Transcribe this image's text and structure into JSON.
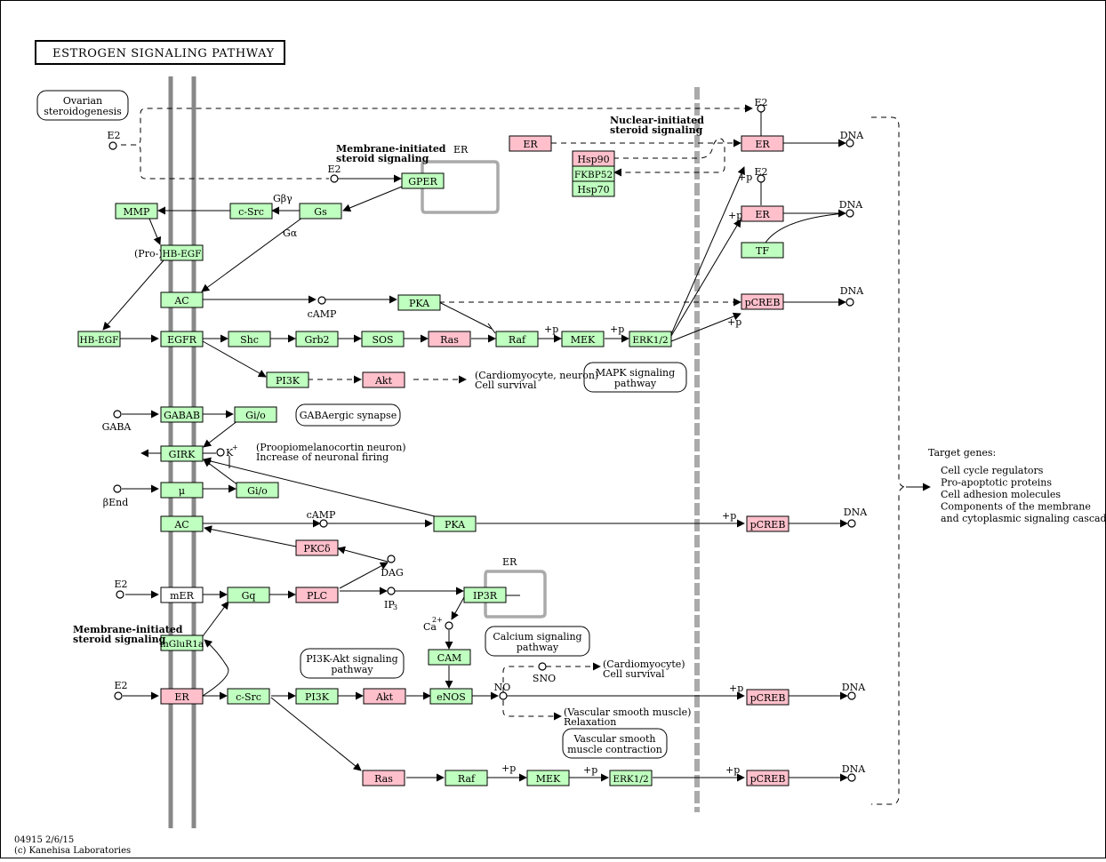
{
  "title": "ESTROGEN SIGNALING PATHWAY",
  "footer": {
    "id_date": "04915 2/6/15",
    "copyright": "(c) Kanehisa Laboratories"
  },
  "section_labels": {
    "membrane_initiated": [
      "Membrane-initiated",
      "steroid signaling"
    ],
    "nuclear_initiated": [
      "Nuclear-initiated",
      "steroid signaling"
    ],
    "membrane_initiated_lower": [
      "Membrane-initiated",
      "steroid signaling"
    ]
  },
  "genes": {
    "mmp": "MMP",
    "csrc1": "c-Src",
    "gs": "Gs",
    "gper": "GPER",
    "hbegf_pro": "HB-EGF",
    "ac1": "AC",
    "pka1": "PKA",
    "hbegf": "HB-EGF",
    "egfr": "EGFR",
    "shc": "Shc",
    "grb2": "Grb2",
    "sos": "SOS",
    "ras1": "Ras",
    "raf1": "Raf",
    "mek1": "MEK",
    "erk1": "ERK1/2",
    "pi3k1": "PI3K",
    "akt1": "Akt",
    "gabab": "GABAB",
    "gio1": "Gi/o",
    "girk": "GIRK",
    "mu": "μ",
    "gio2": "Gi/o",
    "ac2": "AC",
    "pka2": "PKA",
    "pkcd": "PKCδ",
    "mer": "mER",
    "gq": "Gq",
    "plc": "PLC",
    "ip3r": "IP3R",
    "mglur": "mGluR1a",
    "cam": "CAM",
    "er_mem": "ER",
    "csrc2": "c-Src",
    "pi3k2": "PI3K",
    "akt2": "Akt",
    "enos": "eNOS",
    "ras2": "Ras",
    "raf2": "Raf",
    "mek2": "MEK",
    "erk2": "ERK1/2",
    "er_cyto": "ER",
    "hsp90": "Hsp90",
    "fkbp52": "FKBP52",
    "hsp70": "Hsp70",
    "er_nuc1": "ER",
    "er_nuc2": "ER",
    "tf": "TF",
    "pcreb1": "pCREB",
    "pcreb2": "pCREB",
    "pcreb3": "pCREB",
    "pcreb4": "pCREB"
  },
  "compounds": {
    "e2_top": "E2",
    "e2_gper": "E2",
    "e2_nuc1": "E2",
    "e2_nuc2": "E2",
    "camp1": "cAMP",
    "gaba": "GABA",
    "k": "K",
    "k_sup": "+",
    "bend": "βEnd",
    "camp2": "cAMP",
    "dag": "DAG",
    "e2_mer": "E2",
    "ip3": "IP",
    "ip3_sub": "3",
    "ca": "Ca",
    "ca_sup": "2+",
    "e2_er": "E2",
    "no": "NO",
    "sno": "SNO",
    "dna1": "DNA",
    "dna2": "DNA",
    "dna3": "DNA",
    "dna4": "DNA",
    "dna5": "DNA",
    "dna6": "DNA"
  },
  "maps": {
    "ovarian": [
      "Ovarian",
      "steroidogenesis"
    ],
    "mapk": [
      "MAPK signaling",
      "pathway"
    ],
    "gabaergic": [
      "GABAergic synapse"
    ],
    "calcium": [
      "Calcium signaling",
      "pathway"
    ],
    "pi3kakt": [
      "PI3K-Akt signaling",
      "pathway"
    ],
    "vsmc": [
      "Vascular smooth",
      "muscle contraction"
    ]
  },
  "labels": {
    "er_top": "ER",
    "er_mid": "ER",
    "gbg": "Gβγ",
    "ga": "Gα",
    "pro": "(Pro-)",
    "p1": "+p",
    "p2": "+p",
    "p3": "+p",
    "p4": "+p",
    "p5": "+p",
    "p6": "+p",
    "p7": "+p",
    "p8": "+p",
    "p9": "+p",
    "p10": "+p",
    "cardio1": [
      "(Cardiomyocyte, neuron)",
      "Cell survival"
    ],
    "pomc": [
      "(Proopiomelanocortin neuron)",
      "Increase of neuronal  firing"
    ],
    "cardio2": [
      "(Cardiomyocyte)",
      "Cell survival"
    ],
    "vsm": [
      "(Vascular smooth muscle)",
      "Relaxation"
    ],
    "target_title": "Target genes:",
    "targets": [
      "Cell cycle regulators",
      "Pro-apoptotic proteins",
      "Cell adhesion molecules",
      "Components of the membrane",
      "and cytoplasmic signaling cascade"
    ]
  },
  "colors": {
    "gene_green": "#bfffbf",
    "gene_pink": "#ffc0cb",
    "membrane": "#888888",
    "nuclear_membrane": "#aaaaaa"
  }
}
